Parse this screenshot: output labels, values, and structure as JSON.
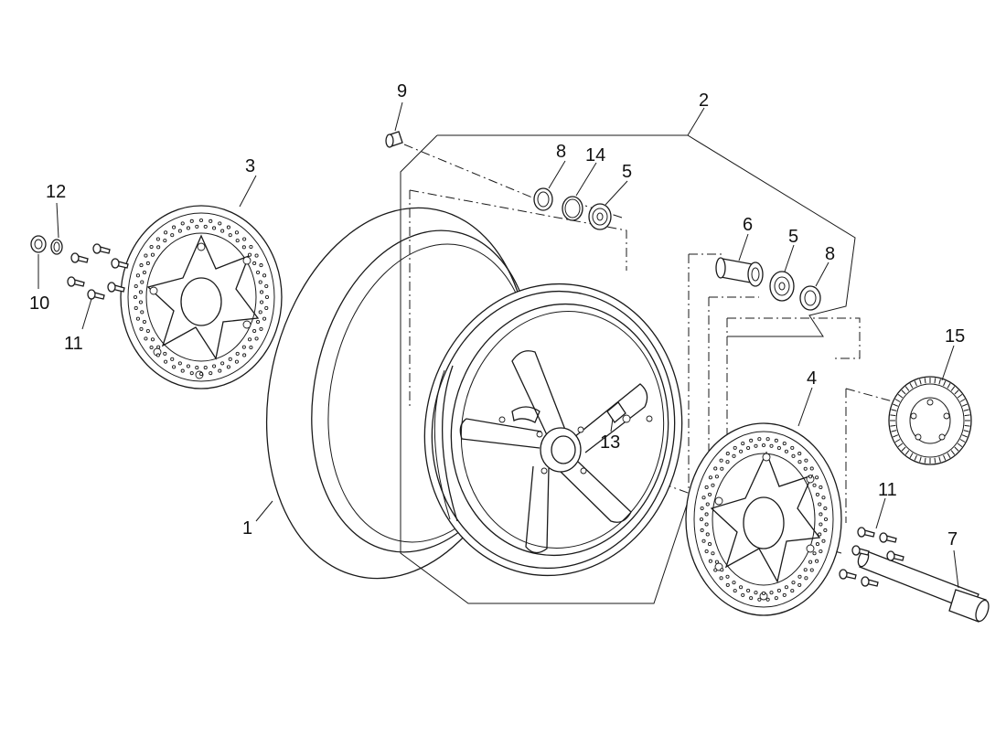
{
  "callouts": [
    {
      "id": "1",
      "text": "1"
    },
    {
      "id": "2",
      "text": "2"
    },
    {
      "id": "3",
      "text": "3"
    },
    {
      "id": "4",
      "text": "4"
    },
    {
      "id": "5a",
      "text": "5"
    },
    {
      "id": "5b",
      "text": "5"
    },
    {
      "id": "6",
      "text": "6"
    },
    {
      "id": "7",
      "text": "7"
    },
    {
      "id": "8a",
      "text": "8"
    },
    {
      "id": "8b",
      "text": "8"
    },
    {
      "id": "9",
      "text": "9"
    },
    {
      "id": "10",
      "text": "10"
    },
    {
      "id": "11a",
      "text": "11"
    },
    {
      "id": "11b",
      "text": "11"
    },
    {
      "id": "12",
      "text": "12"
    },
    {
      "id": "13",
      "text": "13"
    },
    {
      "id": "14",
      "text": "14"
    },
    {
      "id": "15",
      "text": "15"
    }
  ]
}
